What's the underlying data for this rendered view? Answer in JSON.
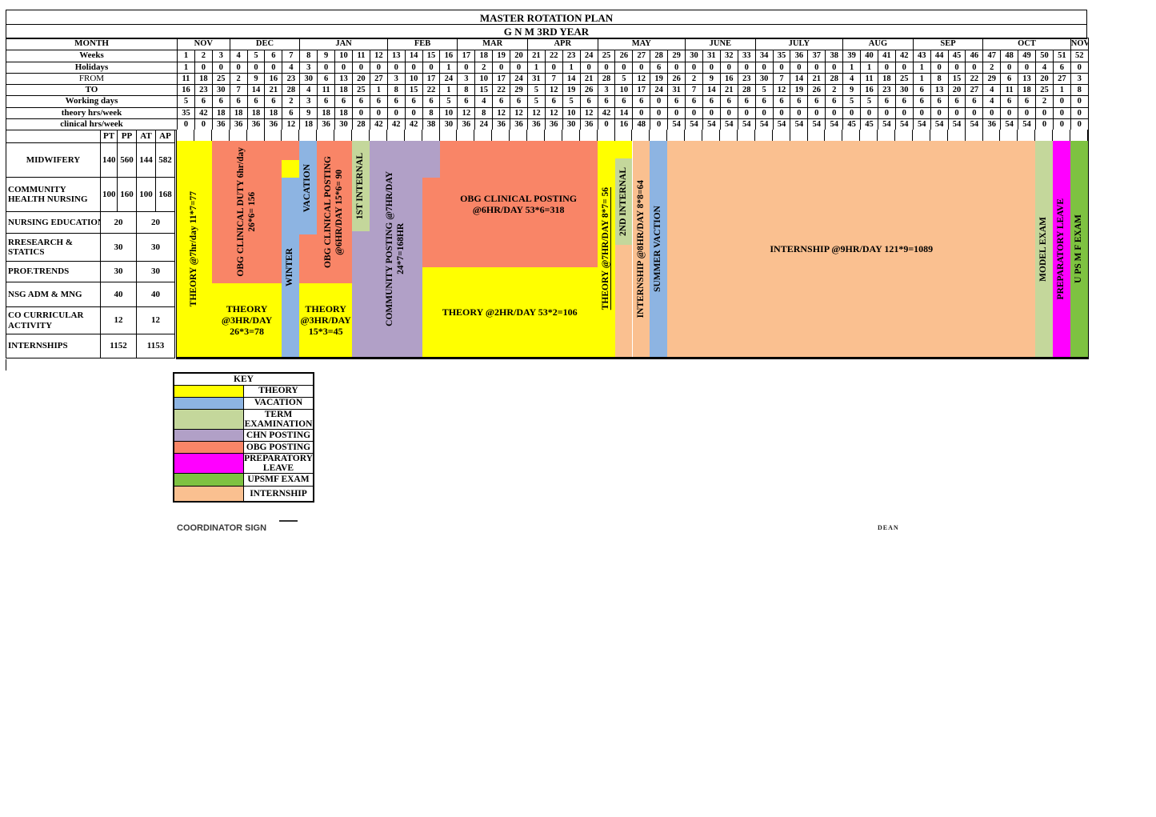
{
  "title": "MASTER ROTATION PLAN",
  "subtitle": "G N M 3RD YEAR",
  "chart_data": {
    "type": "gantt",
    "row_labels": [
      "MONTH",
      "Weeks",
      "Holidays",
      "FROM",
      "TO",
      "Working days",
      "theory hrs/week",
      "clinical hrs/week"
    ],
    "months": [
      {
        "label": "NOV",
        "weeks": 3
      },
      {
        "label": "DEC",
        "weeks": 4
      },
      {
        "label": "JAN",
        "weeks": 5
      },
      {
        "label": "FEB",
        "weeks": 4
      },
      {
        "label": "MAR",
        "weeks": 4
      },
      {
        "label": "APR",
        "weeks": 4
      },
      {
        "label": "MAY",
        "weeks": 5
      },
      {
        "label": "JUNE",
        "weeks": 4
      },
      {
        "label": "JULY",
        "weeks": 5
      },
      {
        "label": "AUG",
        "weeks": 4
      },
      {
        "label": "SEP",
        "weeks": 4
      },
      {
        "label": "OCT",
        "weeks": 5
      },
      {
        "label": "NOV",
        "weeks": 1
      }
    ],
    "weeks": [
      1,
      2,
      3,
      4,
      5,
      6,
      7,
      8,
      9,
      10,
      11,
      12,
      13,
      14,
      15,
      16,
      17,
      18,
      19,
      20,
      21,
      22,
      23,
      24,
      25,
      26,
      27,
      28,
      29,
      30,
      31,
      32,
      33,
      34,
      35,
      36,
      37,
      38,
      39,
      40,
      41,
      42,
      43,
      44,
      45,
      46,
      47,
      48,
      49,
      50,
      51,
      52
    ],
    "holidays": [
      1,
      0,
      0,
      0,
      0,
      0,
      4,
      3,
      0,
      0,
      0,
      0,
      0,
      0,
      0,
      1,
      0,
      2,
      0,
      0,
      1,
      0,
      1,
      0,
      0,
      0,
      0,
      6,
      0,
      0,
      0,
      0,
      0,
      0,
      0,
      0,
      0,
      0,
      1,
      1,
      0,
      0,
      1,
      0,
      0,
      0,
      2,
      0,
      0,
      4,
      6,
      0
    ],
    "from": [
      11,
      18,
      25,
      2,
      9,
      16,
      23,
      30,
      6,
      13,
      20,
      27,
      3,
      10,
      17,
      24,
      3,
      10,
      17,
      24,
      31,
      7,
      14,
      21,
      28,
      5,
      12,
      19,
      26,
      2,
      9,
      16,
      23,
      30,
      7,
      14,
      21,
      28,
      4,
      11,
      18,
      25,
      1,
      8,
      15,
      22,
      29,
      6,
      13,
      20,
      27,
      3
    ],
    "to": [
      16,
      23,
      30,
      7,
      14,
      21,
      28,
      4,
      11,
      18,
      25,
      1,
      8,
      15,
      22,
      1,
      8,
      15,
      22,
      29,
      5,
      12,
      19,
      26,
      3,
      10,
      17,
      24,
      31,
      7,
      14,
      21,
      28,
      5,
      12,
      19,
      26,
      2,
      9,
      16,
      23,
      30,
      6,
      13,
      20,
      27,
      4,
      11,
      18,
      25,
      1,
      8
    ],
    "working_days": [
      5,
      6,
      6,
      6,
      6,
      6,
      2,
      3,
      6,
      6,
      6,
      6,
      6,
      6,
      6,
      5,
      6,
      4,
      6,
      6,
      5,
      6,
      5,
      6,
      6,
      6,
      6,
      0,
      6,
      6,
      6,
      6,
      6,
      6,
      6,
      6,
      6,
      6,
      5,
      5,
      6,
      6,
      6,
      6,
      6,
      6,
      4,
      6,
      6,
      2,
      0,
      0
    ],
    "theory_hrs_week": [
      35,
      42,
      18,
      18,
      18,
      18,
      6,
      9,
      18,
      18,
      0,
      0,
      0,
      0,
      8,
      10,
      12,
      8,
      12,
      12,
      12,
      12,
      10,
      12,
      42,
      14,
      0,
      0,
      0,
      0,
      0,
      0,
      0,
      0,
      0,
      0,
      0,
      0,
      0,
      0,
      0,
      0,
      0,
      0,
      0,
      0,
      0,
      0,
      0,
      0,
      0,
      0
    ],
    "clinical_hrs_week": [
      0,
      0,
      36,
      36,
      36,
      36,
      12,
      18,
      36,
      30,
      28,
      42,
      42,
      42,
      38,
      30,
      36,
      24,
      36,
      36,
      36,
      36,
      30,
      36,
      0,
      16,
      48,
      0,
      54,
      54,
      54,
      54,
      54,
      54,
      54,
      54,
      54,
      54,
      45,
      45,
      54,
      54,
      54,
      54,
      54,
      54,
      36,
      54,
      54,
      0,
      0,
      0
    ],
    "colors": {
      "theory": "#FFFF00",
      "vacation": "#8DB4E2",
      "term": "#C4D79B",
      "chn": "#B1A0C7",
      "obg": "#F98567",
      "prep": "#FF00FF",
      "upsmf": "#7EC241",
      "internship": "#FAC090"
    },
    "blocks": [
      {
        "name": "theory-nov-block",
        "k": "theory",
        "w": [
          1,
          2
        ],
        "t": 0,
        "b": 100,
        "dir": "v",
        "label": "THEORY @7hr/day 11*7=77"
      },
      {
        "name": "obg-clinical-duty-block",
        "k": "obg",
        "w": [
          3,
          6
        ],
        "t": 0,
        "b": 66,
        "dir": "v",
        "label": "OBG CLINICAL DUTY 6hr/day\n26*6= 156"
      },
      {
        "name": "obg-duty-week7-extension",
        "k": "obg",
        "w": [
          7,
          7
        ],
        "t": 0,
        "b": 9
      },
      {
        "name": "theory-small-week7-block",
        "k": "theory",
        "w": [
          7,
          7
        ],
        "t": 9,
        "b": 17
      },
      {
        "name": "winter-vacation-block",
        "k": "vacation",
        "w": [
          7,
          7
        ],
        "t": 17,
        "b": 100,
        "dir": "v",
        "label": "WINTER"
      },
      {
        "name": "vacation-block",
        "k": "vacation",
        "w": [
          8,
          8
        ],
        "t": 0,
        "b": 43.5,
        "dir": "v",
        "label": "VACATION"
      },
      {
        "name": "obg-posting-week8-extension",
        "k": "obg",
        "w": [
          8,
          8
        ],
        "t": 43.5,
        "b": 66
      },
      {
        "name": "obg-clinical-posting-jan-block",
        "k": "obg",
        "w": [
          9,
          10
        ],
        "t": 0,
        "b": 66,
        "dir": "v",
        "label": "OBG CLINICAL POSTING\n@6HR/DAY 15*6= 90"
      },
      {
        "name": "theory-3hr-dec-block",
        "k": "theory",
        "w": [
          3,
          6
        ],
        "t": 66,
        "b": 100,
        "dir": "h",
        "label": "THEORY\n@3HR/DAY\n26*3=78"
      },
      {
        "name": "theory-3hr-jan-block",
        "k": "theory",
        "w": [
          8,
          10
        ],
        "t": 66,
        "b": 100,
        "dir": "h",
        "label": "THEORY\n@3HR/DAY\n15*3=45"
      },
      {
        "name": "first-internal-block",
        "k": "term",
        "w": [
          11,
          11
        ],
        "t": 0,
        "b": 42,
        "dir": "v",
        "label": "1ST INTERNAL"
      },
      {
        "name": "chn-below-internal-extension",
        "k": "chn",
        "w": [
          11,
          11
        ],
        "t": 42,
        "b": 100
      },
      {
        "name": "community-posting-block",
        "k": "chn",
        "w": [
          12,
          14
        ],
        "t": 0,
        "b": 100,
        "dir": "v",
        "label": "COMMUNITY POSTING @7HR/DAY\n24*7=168HR"
      },
      {
        "name": "chn-week15-step",
        "k": "chn",
        "w": [
          15,
          15
        ],
        "t": 0,
        "b": 17
      },
      {
        "name": "obg-week15-step",
        "k": "obg",
        "w": [
          15,
          15
        ],
        "t": 17,
        "b": 58.5
      },
      {
        "name": "obg-clinical-posting-main-block",
        "k": "obg",
        "w": [
          16,
          24
        ],
        "t": 0,
        "b": 58.5,
        "dir": "h",
        "label": "OBG CLINICAL POSTING\n@6HR/DAY    53*6=318"
      },
      {
        "name": "theory-2hr-block",
        "k": "theory",
        "w": [
          15,
          24
        ],
        "t": 58.5,
        "b": 100,
        "dir": "h",
        "label": "THEORY @2HR/DAY   53*2=106"
      },
      {
        "name": "theory-may-block",
        "k": "theory",
        "w": [
          25,
          25
        ],
        "t": 0,
        "b": 100,
        "dir": "v",
        "ul": true,
        "label": "THEORY @7HR/DAY  8*7= 56"
      },
      {
        "name": "theory-may-top-extension",
        "k": "theory",
        "w": [
          26,
          26
        ],
        "t": 0,
        "b": 8
      },
      {
        "name": "second-internal-block",
        "k": "term",
        "w": [
          26,
          26
        ],
        "t": 8,
        "b": 48,
        "dir": "v",
        "label": "2ND INTERNAL"
      },
      {
        "name": "internship-below-internal-extension",
        "k": "internship",
        "w": [
          26,
          26
        ],
        "t": 48,
        "b": 100
      },
      {
        "name": "internship-8hr-block",
        "k": "internship",
        "w": [
          27,
          27
        ],
        "t": 0,
        "b": 100,
        "dir": "v",
        "label": "INTERNSHIP @8HR/DAY  8*8=64"
      },
      {
        "name": "summer-vacation-block",
        "k": "vacation",
        "w": [
          28,
          28
        ],
        "t": 0,
        "b": 100,
        "dir": "v",
        "label": "SUMMER VACTION"
      },
      {
        "name": "internship-main-block",
        "k": "internship",
        "w": [
          29,
          49
        ],
        "t": 0,
        "b": 100,
        "dir": "h",
        "label": "INTERNSHIP @9HR/DAY  121*9=1089"
      },
      {
        "name": "model-exam-block",
        "k": "term",
        "w": [
          50,
          50
        ],
        "t": 0,
        "b": 100,
        "dir": "v",
        "label": "MODEL EXAM"
      },
      {
        "name": "preparatory-leave-block",
        "k": "prep",
        "w": [
          51,
          51
        ],
        "t": 0,
        "b": 100,
        "dir": "v",
        "label": "PREPARATORY LEAVE"
      },
      {
        "name": "upsmf-exam-block",
        "k": "upsmf",
        "w": [
          52,
          52
        ],
        "t": 0,
        "b": 100,
        "dir": "v",
        "label": "U PS M F EXAM"
      }
    ]
  },
  "subjects": {
    "columns": [
      "PT",
      "PP",
      "AT",
      "AP"
    ],
    "rows": [
      {
        "name": "MIDWIFERY",
        "values": [
          "140",
          "560",
          "144",
          "582"
        ],
        "merged": false,
        "center": true
      },
      {
        "name": "COMMUNITY HEALTH NURSING",
        "values": [
          "100",
          "160",
          "100",
          "168"
        ],
        "merged": false
      },
      {
        "name": "NURSING EDUCATION",
        "values": [
          "20",
          "20"
        ],
        "merged": true,
        "nowrap": true
      },
      {
        "name": "RRESEARCH & STATICS",
        "values": [
          "30",
          "30"
        ],
        "merged": true
      },
      {
        "name": "PROF.TRENDS",
        "values": [
          "30",
          "30"
        ],
        "merged": true
      },
      {
        "name": "NSG ADM & MNG",
        "values": [
          "40",
          "40"
        ],
        "merged": true
      },
      {
        "name": "CO CURRICULAR ACTIVITY",
        "values": [
          "12",
          "12"
        ],
        "merged": true
      },
      {
        "name": "INTERNSHIPS",
        "values": [
          "1152",
          "1153"
        ],
        "merged": true
      }
    ]
  },
  "key": {
    "title": "KEY",
    "items": [
      {
        "label": "THEORY",
        "k": "theory"
      },
      {
        "label": "VACATION",
        "k": "vacation"
      },
      {
        "label": "TERM EXAMINATION",
        "k": "term"
      },
      {
        "label": "CHN POSTING",
        "k": "chn"
      },
      {
        "label": "OBG POSTING",
        "k": "obg"
      },
      {
        "label": "PREPARATORY LEAVE",
        "k": "prep"
      },
      {
        "label": "UPSMF EXAM",
        "k": "upsmf"
      },
      {
        "label": "INTERNSHIP",
        "k": "internship"
      }
    ]
  },
  "footer": {
    "coordinator": "COORDINATOR SIGN",
    "dean": "DEAN"
  }
}
